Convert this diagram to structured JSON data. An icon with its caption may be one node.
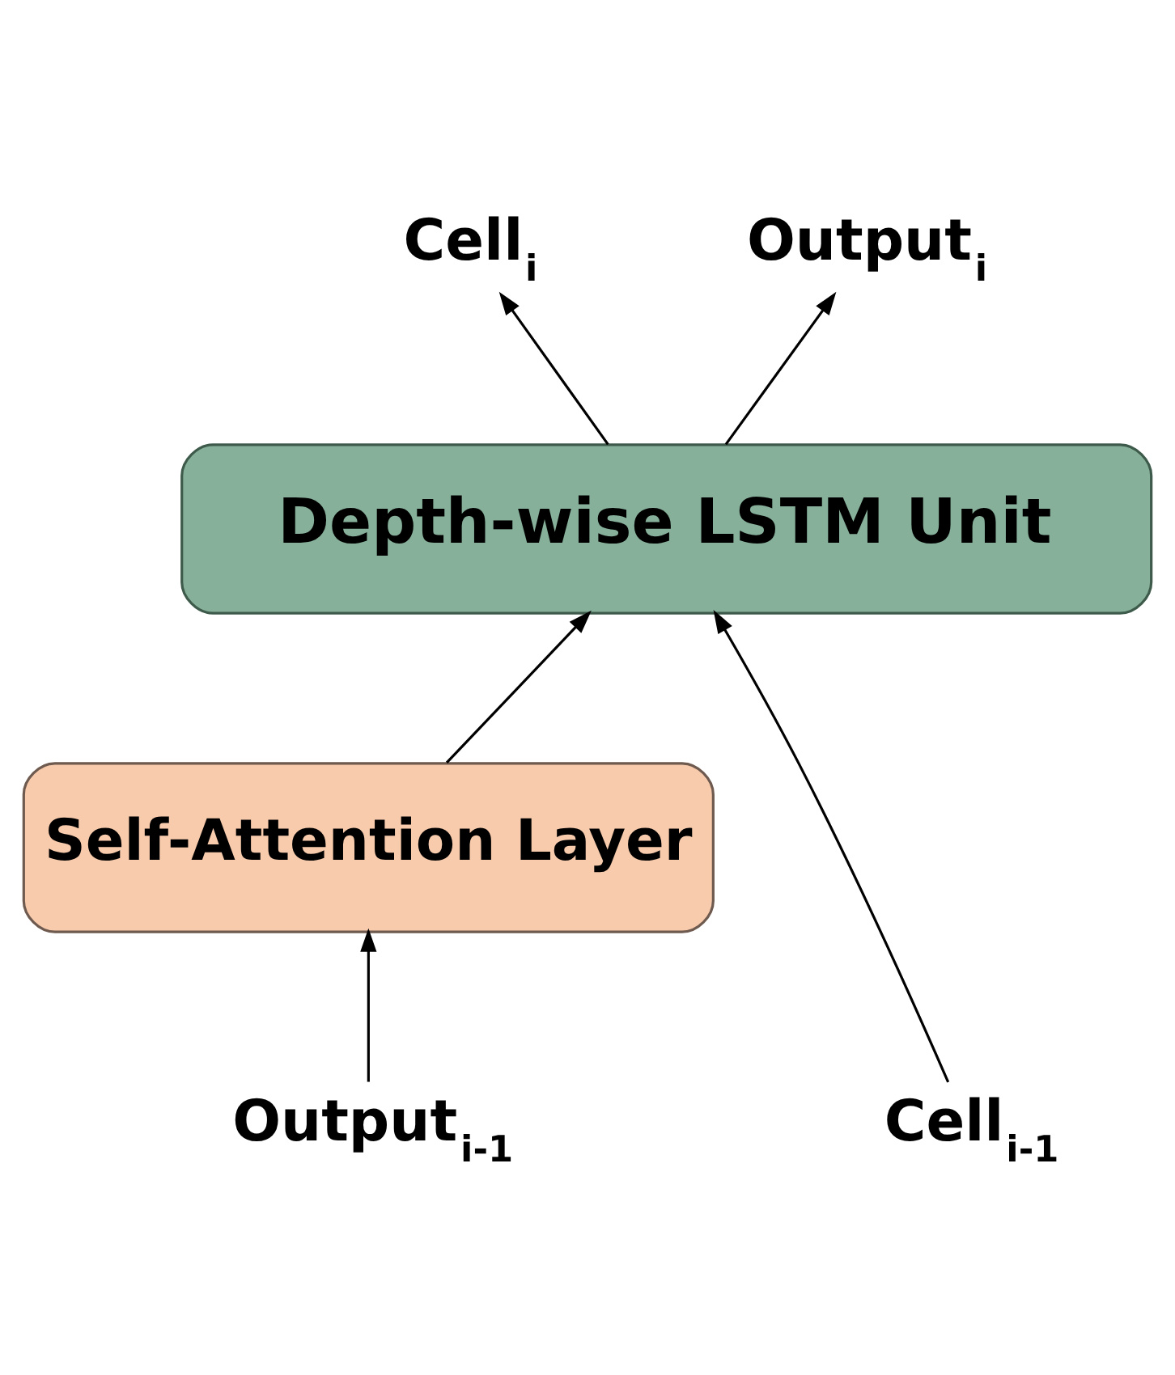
{
  "diagram": {
    "nodes": [
      {
        "text": [
          "Cell$_{i}$"
        ]
      },
      {
        "text": [
          "Output$_{i}$"
        ]
      },
      {
        "text": [
          "Depth-wise LSTM Unit"
        ]
      },
      {
        "text": [
          "Self-Attention Layer"
        ]
      },
      {
        "text": [
          "Cell$_{i-1}$"
        ]
      },
      {
        "text": [
          "Output$_{i-1}$"
        ]
      }
    ],
    "edges": [
      {
        "from": 2,
        "to": 0,
        "arrow": "to"
      },
      {
        "from": 2,
        "to": 1,
        "arrow": "to"
      },
      {
        "from": 4,
        "to": 2,
        "arrow": "to"
      },
      {
        "from": 3,
        "to": 2,
        "arrow": "to"
      },
      {
        "from": 5,
        "to": 3,
        "arrow": "to"
      }
    ]
  }
}
